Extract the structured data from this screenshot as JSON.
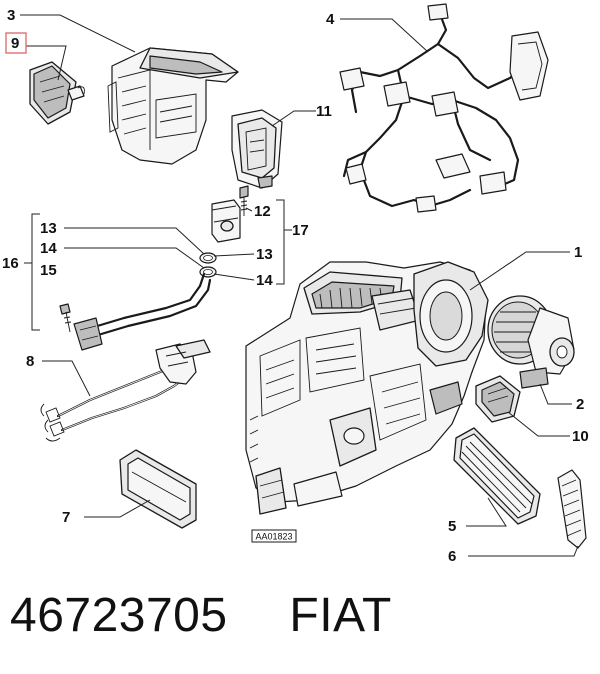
{
  "callouts": {
    "c1": "1",
    "c2": "2",
    "c3": "3",
    "c4": "4",
    "c5": "5",
    "c6": "6",
    "c7": "7",
    "c8": "8",
    "c9": "9",
    "c10": "10",
    "c11": "11",
    "c12": "12",
    "c13a": "13",
    "c13b": "13",
    "c14a": "14",
    "c14b": "14",
    "c15": "15",
    "c16": "16",
    "c17": "17"
  },
  "highlighted_callout": "9",
  "highlight_color": "#e07070",
  "reference_code": "AA01823",
  "title": {
    "part_number": "46723705",
    "brand": "FIAT"
  }
}
